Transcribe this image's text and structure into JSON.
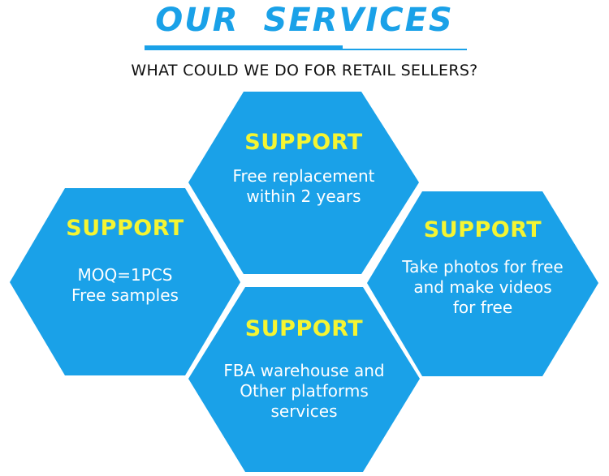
{
  "header": {
    "title": "OUR SERVICES",
    "subtitle": "WHAT COULD WE DO FOR RETAIL SELLERS?"
  },
  "colors": {
    "accent": "#1aa1e8",
    "hex_fill": "#1aa1e8",
    "support_text": "#f5f532",
    "body_text": "#ffffff"
  },
  "cards": [
    {
      "heading": "SUPPORT",
      "text": "Free replacement\nwithin 2 years"
    },
    {
      "heading": "SUPPORT",
      "text": "MOQ=1PCS\nFree samples"
    },
    {
      "heading": "SUPPORT",
      "text": "Take photos for free\nand make videos\nfor free"
    },
    {
      "heading": "SUPPORT",
      "text": "FBA warehouse and\nOther platforms\nservices"
    }
  ]
}
